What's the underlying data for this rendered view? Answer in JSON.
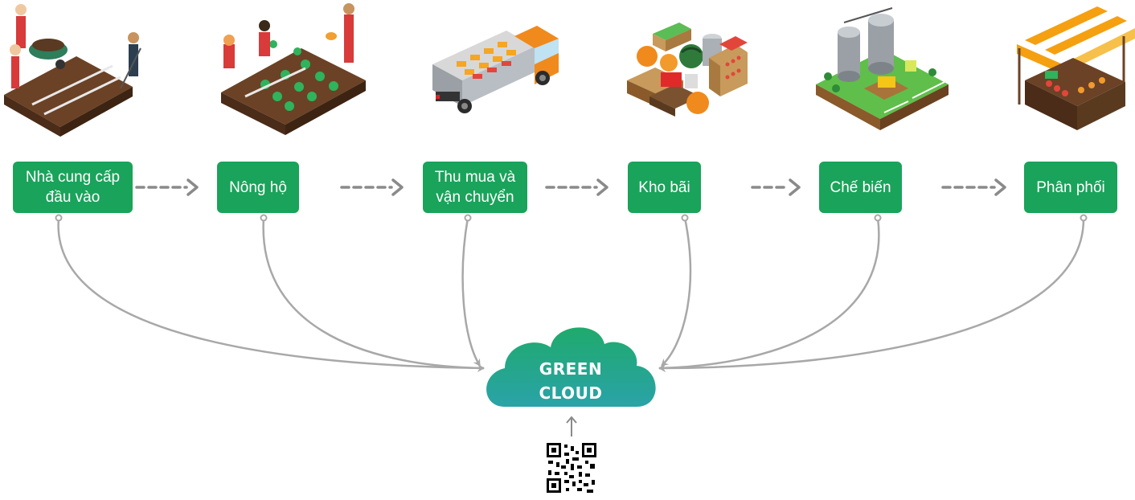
{
  "stages": [
    {
      "label": "Nhà cung cấp đầu vào",
      "icon": "farmers-plowing-field-icon"
    },
    {
      "label": "Nông hộ",
      "icon": "farmers-planting-seedlings-icon"
    },
    {
      "label": "Thu mua và vận chuyển",
      "icon": "produce-truck-icon"
    },
    {
      "label": "Kho bãi",
      "icon": "produce-crates-warehouse-icon"
    },
    {
      "label": "Chế biến",
      "icon": "processing-silo-plant-icon"
    },
    {
      "label": "Phân phối",
      "icon": "market-stall-icon"
    }
  ],
  "cloud": {
    "label": "GREEN CLOUD",
    "icon": "cloud-icon"
  },
  "qr": {
    "icon": "qr-code-icon"
  },
  "colors": {
    "stage_fill": "#1aa35a",
    "arrow": "#8a8a8a",
    "connector": "#a8a8a8",
    "cloud_top": "#1faa6c",
    "cloud_bottom": "#2aa3a8"
  }
}
